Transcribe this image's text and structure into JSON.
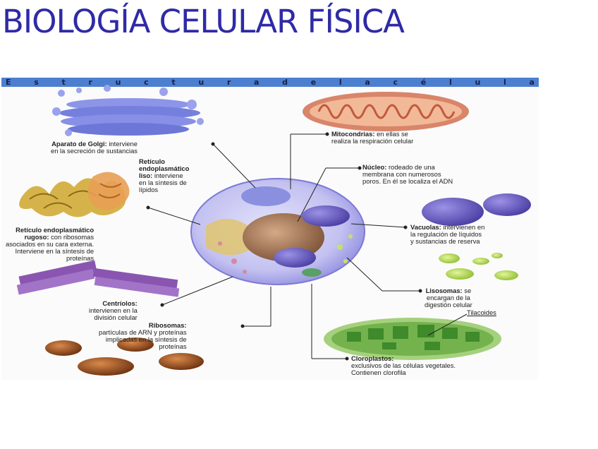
{
  "title": "BIOLOGÍA CELULAR FÍSICA",
  "banner": "Estructura de la célula",
  "labels": {
    "golgi_name": "Aparato de Golgi:",
    "golgi_desc_1": " interviene",
    "golgi_desc_2": "en la secreción de sustancias",
    "rel_name_1": "Retículo",
    "rel_name_2": "endoplasmático",
    "rel_name_3": "liso:",
    "rel_desc_1": " interviene",
    "rel_desc_2": "en la síntesis de",
    "rel_desc_3": "lípidos",
    "rer_name_1": "Retículo endoplasmático",
    "rer_name_2": "rugoso:",
    "rer_desc_1": " con ribosomas",
    "rer_desc_2": "asociados en su cara externa.",
    "rer_desc_3": "Interviene en la síntesis de",
    "rer_desc_4": "proteínas",
    "centriolos_name": "Centríolos:",
    "centriolos_desc_1": "intervienen en la",
    "centriolos_desc_2": "división celular",
    "ribosomas_name": "Ribosomas:",
    "ribosomas_desc_1": "partículas de ARN y proteínas",
    "ribosomas_desc_2": "implicadas en la síntesis de",
    "ribosomas_desc_3": "proteínas",
    "mito_name": "Mitocondrias:",
    "mito_desc_1": " en ellas se",
    "mito_desc_2": "realiza la respiración celular",
    "nucleo_name": "Núcleo:",
    "nucleo_desc_1": " rodeado de una",
    "nucleo_desc_2": "membrana con numerosos",
    "nucleo_desc_3": "poros. En él se localiza el ADN",
    "vacuolas_name": "Vacuolas:",
    "vacuolas_desc_1": " intervienen en",
    "vacuolas_desc_2": "la regulación de líquidos",
    "vacuolas_desc_3": "y sustancias de reserva",
    "lisosomas_name": "Lisosomas:",
    "lisosomas_desc_1": " se",
    "lisosomas_desc_2": "encargan de la",
    "lisosomas_desc_3": "digestión celular",
    "tilacoides": "Tilacoides",
    "cloro_name": "Cloroplastos:",
    "cloro_desc_1": "exclusivos de las células vegetales.",
    "cloro_desc_2": "Contienen clorofila"
  },
  "colors": {
    "title": "#2f2aa6",
    "banner": "#4d7fd0",
    "cell": "#c9c8f2",
    "nucleus": "#a57c5e",
    "vacuole": "#6a5fc0",
    "mitochondria": "#e8a37f",
    "chloroplast": "#74b24e",
    "lysosome": "#b5da4c",
    "ribosome": "#a9541f",
    "centriole": "#8a55b0",
    "golgi": "#7d86e0"
  }
}
